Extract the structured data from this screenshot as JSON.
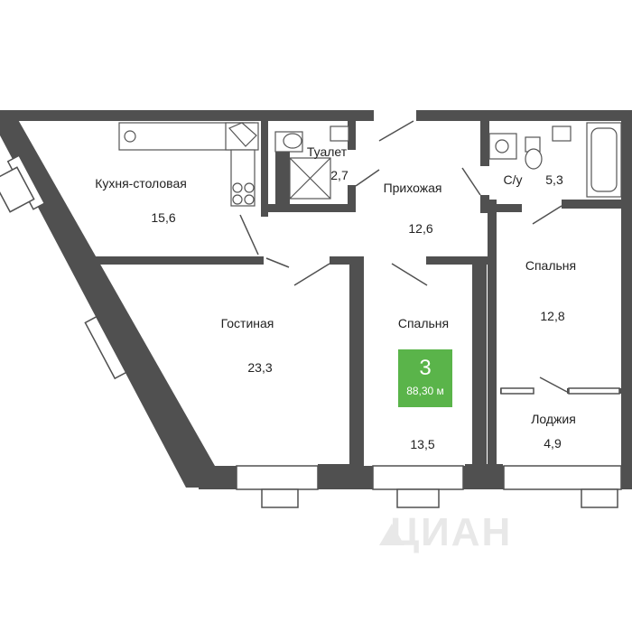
{
  "rooms": {
    "kitchen": {
      "name": "Кухня-столовая",
      "area": "15,6"
    },
    "toilet": {
      "name": "Туалет",
      "area": "2,7"
    },
    "hall": {
      "name": "Прихожая",
      "area": "12,6"
    },
    "bathroom": {
      "name": "С/у",
      "area": "5,3"
    },
    "bedroom_right": {
      "name": "Спальня",
      "area": "12,8"
    },
    "living": {
      "name": "Гостиная",
      "area": "23,3"
    },
    "bedroom_center": {
      "name": "Спальня",
      "area": "13,5"
    },
    "loggia": {
      "name": "Лоджия",
      "area": "4,9"
    }
  },
  "badge": {
    "rooms_count": "3",
    "total_area": "88,30 м",
    "color": "#5ab44a"
  },
  "watermark": {
    "text": "ЦИАН"
  },
  "colors": {
    "wall": "#505050",
    "background": "#ffffff"
  }
}
